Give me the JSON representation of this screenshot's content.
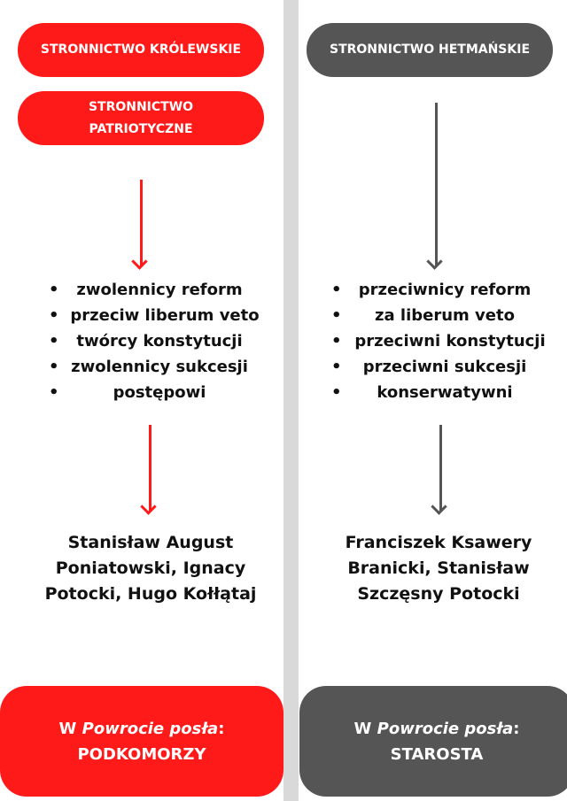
{
  "left": {
    "title": "STRONNICTWO KRÓLEWSKIE",
    "subtitle": "STRONNICTWO PATRIOTYCZNE",
    "features": [
      "zwolennicy reform",
      "przeciw liberum veto",
      "twórcy konstytucji",
      "zwolennicy sukcesji",
      "postępowi"
    ],
    "names": "Stanisław August Poniatowski, Ignacy Potocki, Hugo Kołłątaj",
    "bottom": {
      "prefix": "W ",
      "italic": "Powrocie posła",
      "suffix": ":",
      "role": "PODKOMORZY"
    }
  },
  "right": {
    "title": "STRONNICTWO HETMAŃSKIE",
    "features": [
      "przeciwnicy reform",
      "za liberum veto",
      "przeciwni konstytucji",
      "przeciwni sukcesji",
      "konserwatywni"
    ],
    "names": "Franciszek Ksawery Branicki, Stanisław Szczęsny Potocki",
    "bottom": {
      "prefix": "W ",
      "italic": "Powrocie posła",
      "suffix": ":",
      "role": "STAROSTA"
    }
  },
  "bullet": "•",
  "colors": {
    "red": "#ff1a1a",
    "gray": "#555555"
  }
}
